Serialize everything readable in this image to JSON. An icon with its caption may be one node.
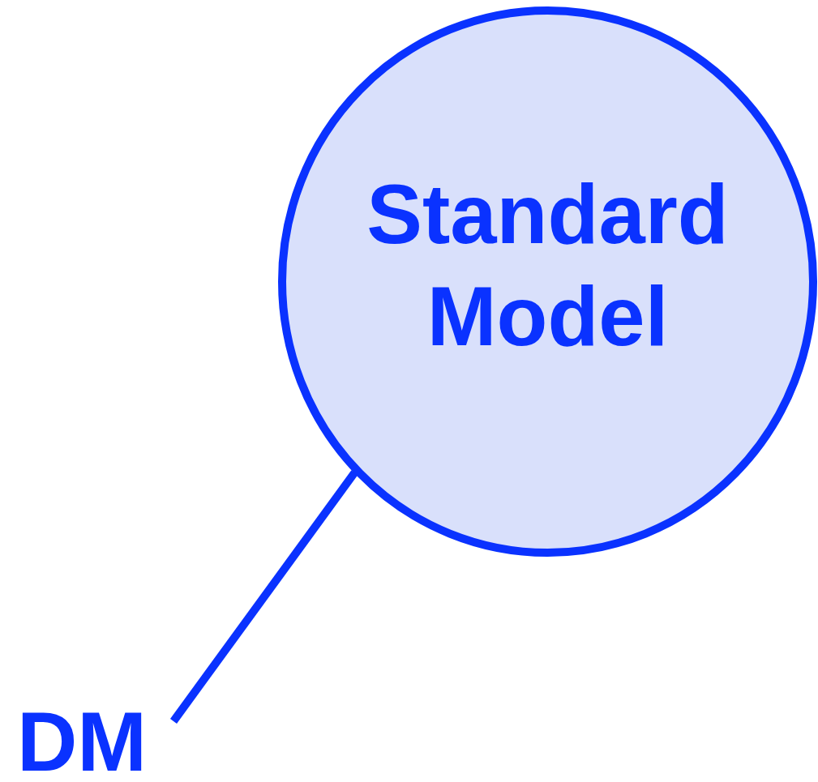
{
  "diagram": {
    "nodes": [
      {
        "text": [
          "Standard Model"
        ]
      },
      {
        "text": [
          "DM"
        ]
      }
    ],
    "edges": [
      {
        "from": 1,
        "to": 0,
        "arrow": "none"
      }
    ]
  }
}
